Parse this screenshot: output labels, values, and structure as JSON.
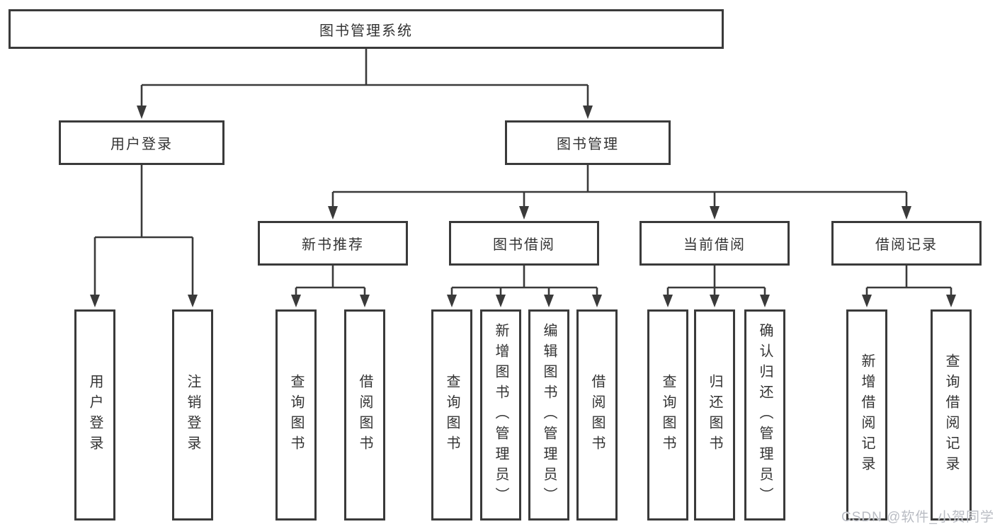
{
  "diagram": {
    "type": "hierarchy-tree",
    "root": {
      "label": "图书管理系统"
    },
    "branches": [
      {
        "label": "用户登录",
        "children": [
          {
            "label": "用户登录"
          },
          {
            "label": "注销登录"
          }
        ]
      },
      {
        "label": "图书管理",
        "children": [
          {
            "label": "新书推荐",
            "children": [
              {
                "label": "查询图书"
              },
              {
                "label": "借阅图书"
              }
            ]
          },
          {
            "label": "图书借阅",
            "children": [
              {
                "label": "查询图书"
              },
              {
                "label": "新增图书（管理员）"
              },
              {
                "label": "编辑图书（管理员）"
              },
              {
                "label": "借阅图书"
              }
            ]
          },
          {
            "label": "当前借阅",
            "children": [
              {
                "label": "查询图书"
              },
              {
                "label": "归还图书"
              },
              {
                "label": "确认归还（管理员）"
              }
            ]
          },
          {
            "label": "借阅记录",
            "children": [
              {
                "label": "新增借阅记录"
              },
              {
                "label": "查询借阅记录"
              }
            ]
          }
        ]
      }
    ],
    "watermark": "CSDN @软件_小贺同学"
  },
  "colors": {
    "line": "#3a3a3a",
    "text": "#333333",
    "background": "#ffffff",
    "watermark": "#b9bcc3"
  }
}
